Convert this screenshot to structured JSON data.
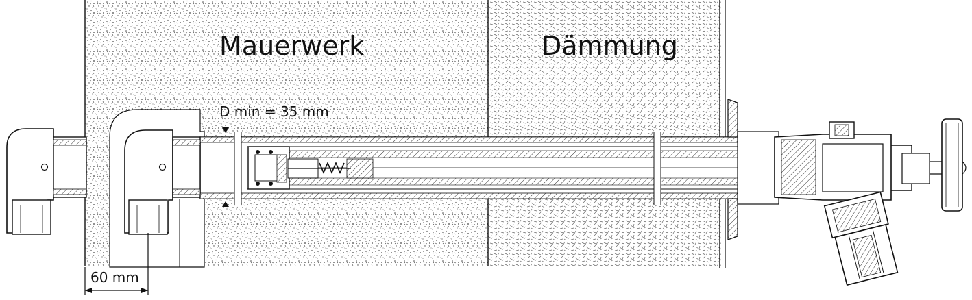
{
  "labels": {
    "wall": "Mauerwerk",
    "insulation": "Dämmung",
    "min_diameter": "D min = 35 mm",
    "offset": "60 mm"
  },
  "colors": {
    "ink": "#111111",
    "speckle": "#555555",
    "background": "#ffffff"
  }
}
